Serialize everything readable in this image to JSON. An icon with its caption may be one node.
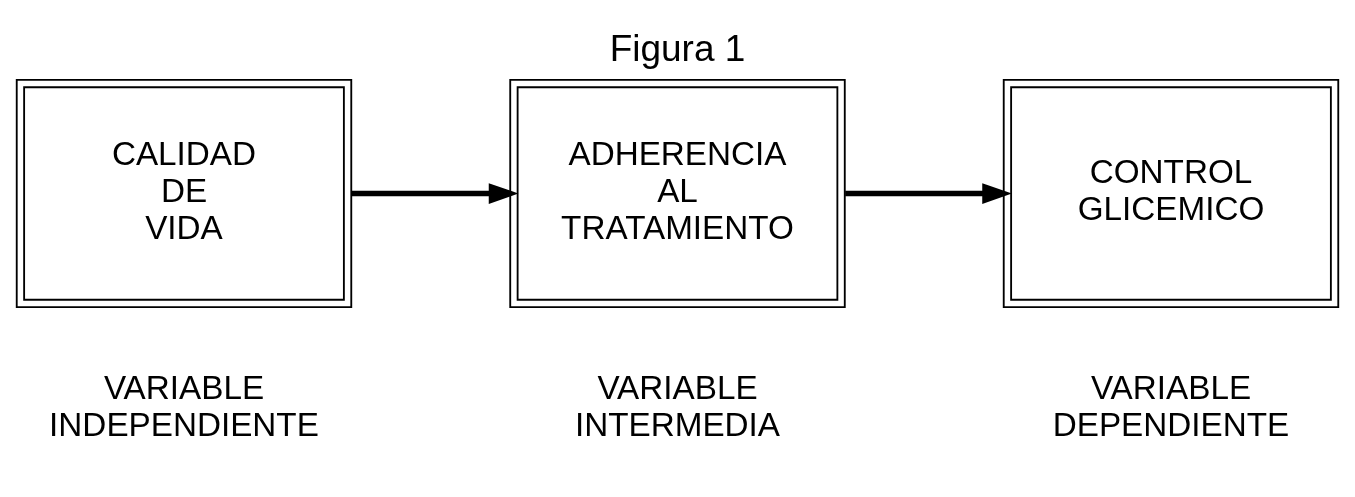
{
  "diagram": {
    "title": "Figura 1",
    "nodes": [
      {
        "text": [
          "CALIDAD DE VIDA"
        ],
        "beside": [
          "VARIABLE INDEPENDIENTE"
        ]
      },
      {
        "text": [
          "ADHERENCIA AL TRATAMIENTO"
        ],
        "beside": [
          "VARIABLE INTERMEDIA"
        ]
      },
      {
        "text": [
          "CONTROL GLICEMICO"
        ],
        "beside": [
          "VARIABLE DEPENDIENTE"
        ]
      }
    ],
    "edges": [
      {
        "from": 0,
        "to": 1,
        "arrow": "to"
      },
      {
        "from": 1,
        "to": 2,
        "arrow": "to"
      }
    ]
  }
}
